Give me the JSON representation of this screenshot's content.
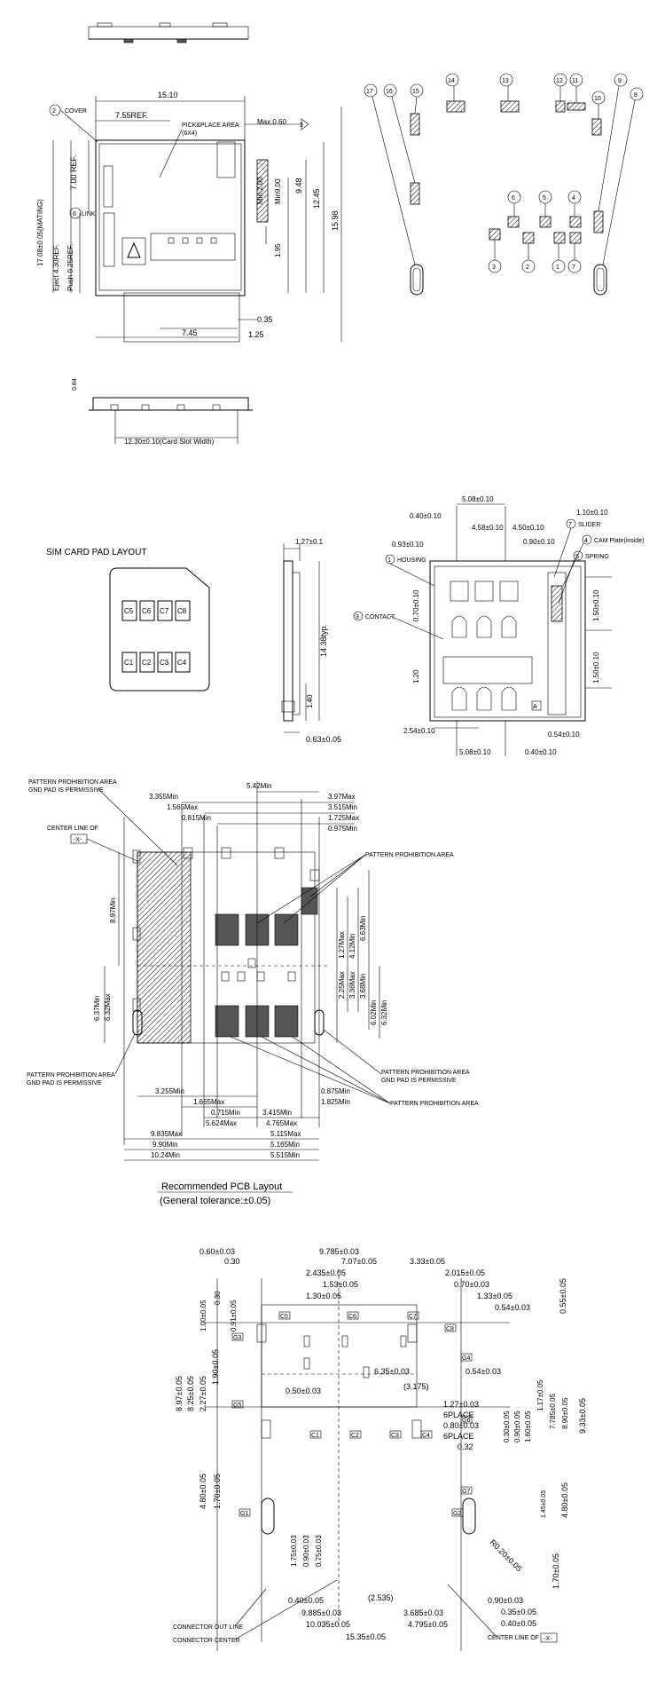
{
  "top_drawing": {
    "labels": {
      "cover": "COVER",
      "link": "LINK",
      "pick_place": "PICK&PLACE AREA",
      "pick_place_size": "(6X4)",
      "max060": "Max.0.60",
      "ref_3": "3"
    },
    "dims": {
      "w1510": "15.10",
      "w755": "7.55REF.",
      "h700": "7.00 REF.",
      "h1708": "17.08±0.05(MATING)",
      "eject": "Eject 4.30REF.",
      "push": "Push 0.25REF.",
      "min200": "Min.2.00",
      "min900": "Min9.00",
      "d948": "9.48",
      "d1245": "12.45",
      "d1598": "15.98",
      "d195": "1.95",
      "d035": "0.35",
      "d745": "7.45",
      "d125": "1.25",
      "d084": "0.84",
      "card_slot": "12.30±0.10(Card Slot Width)"
    }
  },
  "parts_callouts": [
    "17",
    "16",
    "15",
    "14",
    "13",
    "12",
    "11",
    "10",
    "9",
    "8",
    "6",
    "5",
    "4",
    "3",
    "2",
    "1",
    "7"
  ],
  "sim_pad": {
    "title": "SIM CARD PAD LAYOUT",
    "top_row": [
      "C5",
      "C6",
      "C7",
      "C8"
    ],
    "bottom_row": [
      "C1",
      "C2",
      "C3",
      "C4"
    ]
  },
  "side_view": {
    "d127": "1.27±0.1",
    "d1438": "14.38typ.",
    "d140": "1.40",
    "d063": "0.63±0.05"
  },
  "connector_view": {
    "labels": {
      "housing": "HOUSING",
      "contact": "CONTACT",
      "slider": "SLIDER",
      "cam": "CAM Plate(inside)",
      "spring": "SPRING",
      "marker": "A"
    },
    "dims": {
      "d508top": "5.08±0.10",
      "d040": "0.40±0.10",
      "d458": "4.58±0.10",
      "d450": "4.50±0.10",
      "d110": "1.10±0.10",
      "d093": "0.93±0.10",
      "d090": "0.90±0.10",
      "d070": "0.70±0.10",
      "d120": "1.20",
      "d150a": "1.50±0.10",
      "d150b": "1.50±0.10",
      "d254": "2.54±0.10",
      "d054": "0.54±0.10",
      "d508bot": "5.08±0.10",
      "d040b": "0.40±0.10"
    }
  },
  "pcb_layout": {
    "title": "Recommended PCB Layout",
    "tolerance": "(General tolerance:±0.05)",
    "labels": {
      "pp_gnd_1": "PATTERN PROHIBITION AREA",
      "pp_gnd_1b": "GND PAD IS PERMISSIVE",
      "center_line": "CENTER LINE OF",
      "center_x": "-X-",
      "pp_area_1": "PATTERN PROHIBITION AREA",
      "pp_gnd_2": "PATTERN PROHIBITION AREA",
      "pp_gnd_2b": "GND PAD IS PERMISSIVE",
      "pp_gnd_3": "PATTERN PROHIBITION AREA",
      "pp_gnd_3b": "GND PAD IS PERMISSIVE",
      "pp_area_2": "PATTERN PROHIBITION AREA"
    },
    "dims_top": [
      "3.355Min",
      "1.565Max",
      "0.815Min",
      "5.42Min",
      "3.97Max",
      "3.515Min",
      "1.725Max",
      "0.975Min"
    ],
    "dims_right": [
      "1.27Max",
      "4.12Min",
      "6.63Min",
      "2.25Max",
      "3.36Max",
      "3.68Min",
      "6.02Min",
      "6.32Min"
    ],
    "dims_left": [
      "8.97Min",
      "6.37Min",
      "6.32Max"
    ],
    "dims_bottom": [
      "3.255Min",
      "1.665Max",
      "0.715Min",
      "5.624Max",
      "3.415Min",
      "4.765Max",
      "0.875Min",
      "1.825Min",
      "9.835Max",
      "5.115Max",
      "9.90Min",
      "5.165Min",
      "10.24Min",
      "5.515Min"
    ]
  },
  "bottom_drawing": {
    "dims": {
      "a": "0.60±0.03",
      "b": "0.30",
      "c": "9.785±0.03",
      "d": "3.33±0.05",
      "e": "7.07±0.05",
      "f": "2.435±0.05",
      "g": "2.015±0.05",
      "h": "1.53±0.05",
      "i": "0.70±0.03",
      "j": "1.30±0.05",
      "k": "1.33±0.05",
      "l": "0.54±0.03",
      "m": "0.55±0.05",
      "n": "1.00±0.05",
      "o": "0.30",
      "p": "0.91±0.05",
      "q": "8.97±0.05",
      "r": "8.25±0.05",
      "s": "2.27±0.05",
      "t": "1.90±0.05",
      "u": "0.50±0.03",
      "v": "6.35±0.03",
      "w": "(3.175)",
      "x": "0.54±0.03",
      "y": "1.27±0.03",
      "z": "6PLACE",
      "aa": "0.80±0.03",
      "ab": "6PLACE",
      "ac": "0.32",
      "ad": "0.30±0.05",
      "ae": "0.90±0.05",
      "af": "1.60±0.05",
      "ag": "1.17±0.05",
      "ah": "7.785±0.05",
      "ai": "8.90±0.05",
      "aj": "9.33±0.05",
      "ak": "4.80±0.05",
      "al": "1.70±0.05",
      "am": "1.45±0.05",
      "an": "4.80±0.05",
      "ao": "1.75±0.03",
      "ap": "0.90±0.03",
      "aq": "0.75±0.03",
      "ar": "R0.20±0.05",
      "as": "1.70±0.05",
      "at": "0.40±0.05",
      "au": "(2.535)",
      "av": "0.90±0.03",
      "aw": "0.35±0.05",
      "ax": "0.40±0.05",
      "ay": "9.885±0.03",
      "az": "3.685±0.03",
      "ba": "10.035±0.05",
      "bb": "4.795±0.05",
      "bc": "15.35±0.05"
    },
    "labels": {
      "out_line": "CONNECTOR OUT LINE",
      "center": "CONNECTOR CENTER",
      "center_of": "CENTER LINE OF",
      "x": "-X-"
    },
    "pad_tags": [
      "C5",
      "C6",
      "C7",
      "C8",
      "C1",
      "C2",
      "C3",
      "C4",
      "G3",
      "G4",
      "G5",
      "G6",
      "G7",
      "G1",
      "G2"
    ]
  }
}
